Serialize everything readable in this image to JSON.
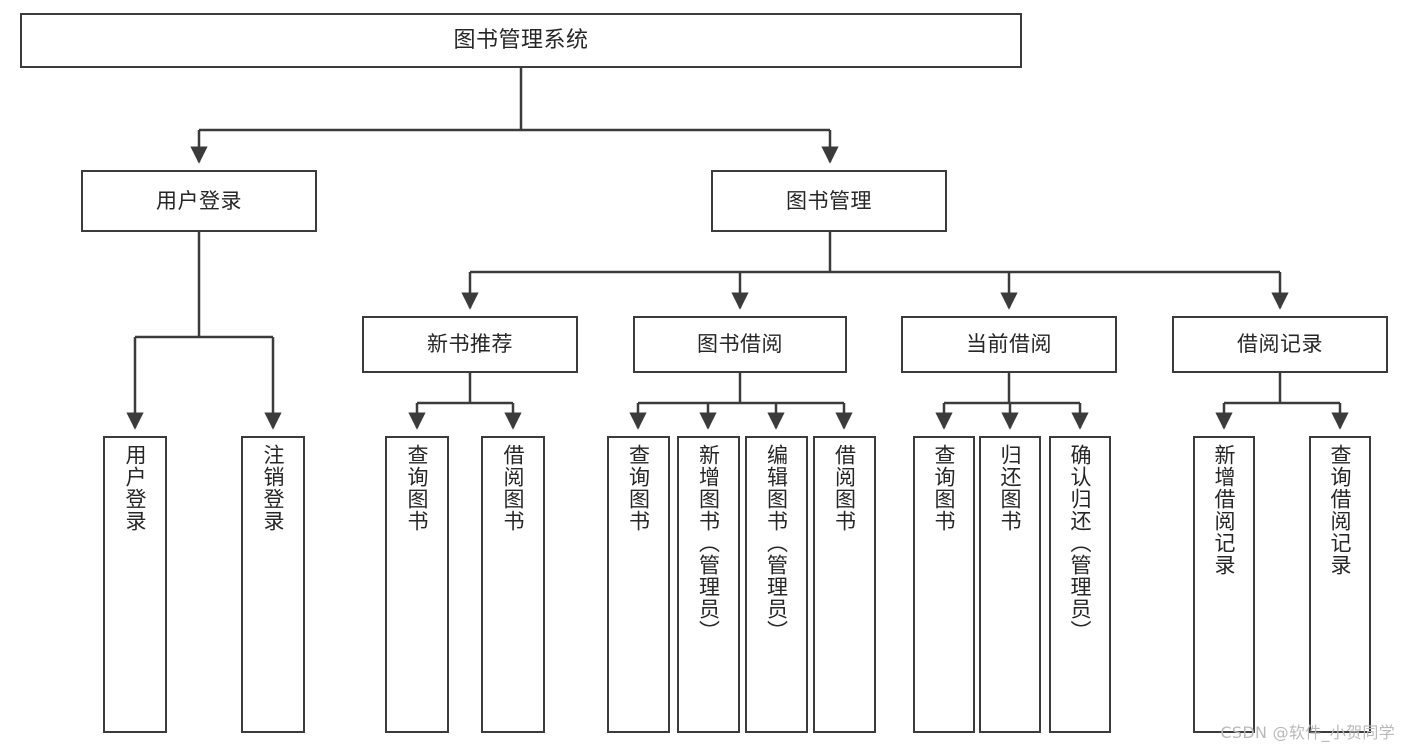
{
  "diagram": {
    "title": "图书管理系统",
    "type": "tree-hierarchy-diagram",
    "colors": {
      "box_border": "#3b3b3b",
      "box_fill": "#ffffff",
      "edge": "#3b3b3b",
      "text": "#262626",
      "watermark": "#b9b9b9",
      "background": "#ffffff"
    },
    "root": {
      "label": "图书管理系统"
    },
    "level1": [
      {
        "id": "user-login",
        "label": "用户登录"
      },
      {
        "id": "book-manage",
        "label": "图书管理"
      }
    ],
    "level2": [
      {
        "id": "new-book-recommend",
        "label": "新书推荐",
        "parent": "book-manage"
      },
      {
        "id": "book-borrow",
        "label": "图书借阅",
        "parent": "book-manage"
      },
      {
        "id": "current-borrow",
        "label": "当前借阅",
        "parent": "book-manage"
      },
      {
        "id": "borrow-record",
        "label": "借阅记录",
        "parent": "book-manage"
      }
    ],
    "leaves": {
      "user-login": [
        {
          "id": "leaf-user-login",
          "label": "用户登录"
        },
        {
          "id": "leaf-logout-login",
          "label": "注销登录"
        }
      ],
      "new-book-recommend": [
        {
          "id": "leaf-query-book-1",
          "label": "查询图书"
        },
        {
          "id": "leaf-borrow-book-1",
          "label": "借阅图书"
        }
      ],
      "book-borrow": [
        {
          "id": "leaf-query-book-2",
          "label": "查询图书"
        },
        {
          "id": "leaf-add-book",
          "label": "新增图书（管理员）"
        },
        {
          "id": "leaf-edit-book",
          "label": "编辑图书（管理员）"
        },
        {
          "id": "leaf-borrow-book-2",
          "label": "借阅图书"
        }
      ],
      "current-borrow": [
        {
          "id": "leaf-query-book-3",
          "label": "查询图书"
        },
        {
          "id": "leaf-return-book",
          "label": "归还图书"
        },
        {
          "id": "leaf-confirm-return",
          "label": "确认归还（管理员）"
        }
      ],
      "borrow-record": [
        {
          "id": "leaf-add-record",
          "label": "新增借阅记录"
        },
        {
          "id": "leaf-query-record",
          "label": "查询借阅记录"
        }
      ]
    },
    "watermark": "CSDN @软件_小贺同学"
  }
}
